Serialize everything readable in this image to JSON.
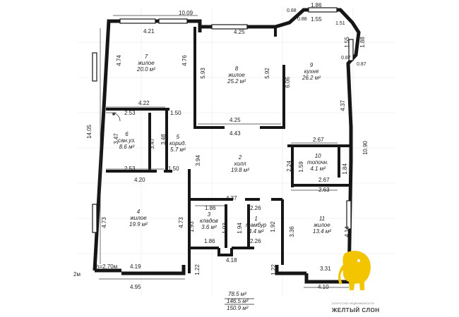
{
  "plan": {
    "dimensions": [
      "10.09",
      "4.21",
      "4.25",
      "0.88",
      "1.86",
      "0.88",
      "1.55",
      "1.51",
      "1.55",
      "1.88",
      "0.87",
      "0.87",
      "4.74",
      "4.76",
      "5.93",
      "5.92",
      "6.06",
      "4.37",
      "10.90",
      "14.05",
      "4.22",
      "2.53",
      "1.50",
      "4.25",
      "4.43",
      "3.47",
      "3.48",
      "3.47",
      "2.67",
      "1.59",
      "1.84",
      "2.24",
      "2.67",
      "2.63",
      "3.94",
      "2.53",
      "1.50",
      "4.20",
      "4.37",
      "1.86",
      "2.26",
      "1.93",
      "1.93",
      "1.94",
      "1.92",
      "3.36",
      "4.14",
      "4.73",
      "4.73",
      "1.86",
      "2.26",
      "4.18",
      "h=2.70м",
      "4.19",
      "1.22",
      "1.22",
      "3.31",
      "4.95",
      "4.10",
      "2м"
    ],
    "rooms": [
      {
        "num": "7",
        "name": "жилое",
        "area": "20.0 м²"
      },
      {
        "num": "8",
        "name": "жилое",
        "area": "25.2 м²"
      },
      {
        "num": "9",
        "name": "кухня",
        "area": "26.2 м²"
      },
      {
        "num": "6",
        "name": "сан.уз.",
        "area": "8.6 м²"
      },
      {
        "num": "5",
        "name": "корид.",
        "area": "5.7 м²"
      },
      {
        "num": "2",
        "name": "холл",
        "area": "19.8 м²"
      },
      {
        "num": "10",
        "name": "топочн.",
        "area": "4.1 м²"
      },
      {
        "num": "4",
        "name": "жилое",
        "area": "19.9 м²"
      },
      {
        "num": "3",
        "name": "кладов",
        "area": "3.6 м²"
      },
      {
        "num": "1",
        "name": "тамбур",
        "area": "4.4 м²"
      },
      {
        "num": "11",
        "name": "жилое",
        "area": "13.4 м²"
      }
    ],
    "totals": [
      "78.5 м²",
      "146.5 м²",
      "150.9 м²"
    ],
    "brand": "ЖЕЛТЫЙ СЛОН",
    "brand_tagline": "АГЕНТСТВО НЕДВИЖИМОСТИ",
    "colors": {
      "wall": "#161616",
      "line": "#3a3a3a",
      "logo": "#f2c500",
      "paper": "#ffffff",
      "grid": "#e4e7ee"
    }
  }
}
